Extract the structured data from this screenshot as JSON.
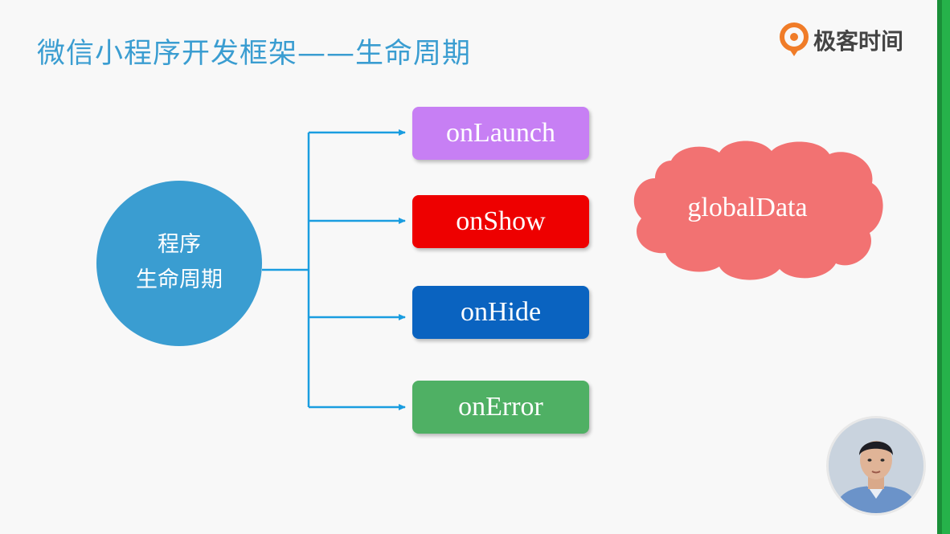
{
  "title": "微信小程序开发框架——生命周期",
  "brand": {
    "name": "极客时间",
    "logo_icon": "geektime-logo-icon",
    "accent": "#f07c28"
  },
  "center": {
    "line1": "程序",
    "line2": "生命周期",
    "color": "#3a9dd1"
  },
  "hooks": [
    {
      "label": "onLaunch",
      "color": "#c77ff4"
    },
    {
      "label": "onShow",
      "color": "#ee0000"
    },
    {
      "label": "onHide",
      "color": "#0a63c0"
    },
    {
      "label": "onError",
      "color": "#4fb064"
    }
  ],
  "cloud": {
    "label": "globalData",
    "color": "#f27272"
  },
  "connector_color": "#1a9de0",
  "presenter": {
    "icon": "presenter-video-icon"
  }
}
